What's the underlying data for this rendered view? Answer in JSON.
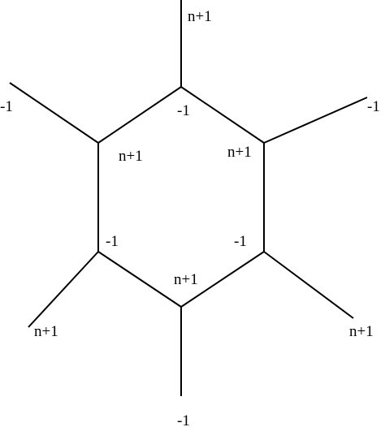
{
  "diagram": {
    "labels": {
      "outer_top": "n+1",
      "outer_upper_left": "-1",
      "outer_upper_right": "-1",
      "outer_lower_left": "n+1",
      "outer_lower_right": "n+1",
      "outer_bottom": "-1",
      "inner_top": "-1",
      "inner_upper_left": "n+1",
      "inner_upper_right": "n+1",
      "inner_lower_left": "-1",
      "inner_lower_right": "-1",
      "inner_bottom": "n+1"
    },
    "colors": {
      "line": "#000000",
      "background": "#ffffff"
    }
  }
}
